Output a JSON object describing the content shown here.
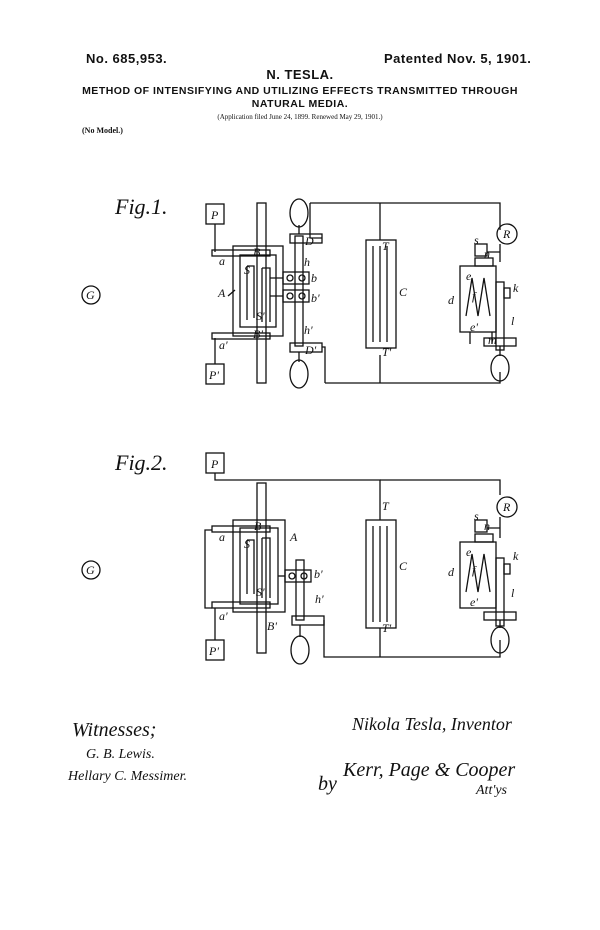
{
  "header": {
    "patent_number": "No. 685,953.",
    "patent_date": "Patented Nov. 5, 1901.",
    "inventor": "N. TESLA.",
    "title_line1": "METHOD OF INTENSIFYING AND UTILIZING EFFECTS TRANSMITTED THROUGH",
    "title_line2": "NATURAL MEDIA.",
    "application": "(Application filed June 24, 1899. Renewed May 29, 1901.)",
    "model": "(No Model.)"
  },
  "fig1": {
    "caption": "Fig.1.",
    "labels": {
      "P": "P",
      "Pp": "P'",
      "G": "G",
      "a": "a",
      "ap": "a'",
      "A": "A",
      "B": "B",
      "Bp": "B'",
      "S": "S",
      "Sp": "S'",
      "h": "h",
      "hp": "h'",
      "b": "b",
      "bp": "b'",
      "D": "D",
      "Dp": "D'",
      "T": "T",
      "Tp": "T'",
      "C": "C",
      "s": "s",
      "R": "R",
      "n": "n",
      "e": "e",
      "ep": "e'",
      "d": "d",
      "f": "f",
      "k": "k",
      "l": "l",
      "m": "m"
    }
  },
  "fig2": {
    "caption": "Fig.2.",
    "labels": {
      "P": "P",
      "Pp": "P'",
      "G": "G",
      "a": "a",
      "ap": "a'",
      "A": "A",
      "B": "B",
      "Bp": "B'",
      "S": "S",
      "Sp": "S'",
      "hp": "h'",
      "bp": "b'",
      "T": "T",
      "Tp": "T'",
      "C": "C",
      "s": "s",
      "R": "R",
      "n": "n",
      "e": "e",
      "ep": "e'",
      "d": "d",
      "f": "f",
      "k": "k",
      "l": "l"
    }
  },
  "signatures": {
    "witnesses_label": "Witnesses;",
    "witness1": "G. B. Lewis.",
    "witness2": "Hellary C. Messimer.",
    "inventor_sig": "Nikola Tesla, Inventor",
    "by": "by",
    "attorneys": "Kerr, Page & Cooper",
    "attys": "Att'ys"
  }
}
